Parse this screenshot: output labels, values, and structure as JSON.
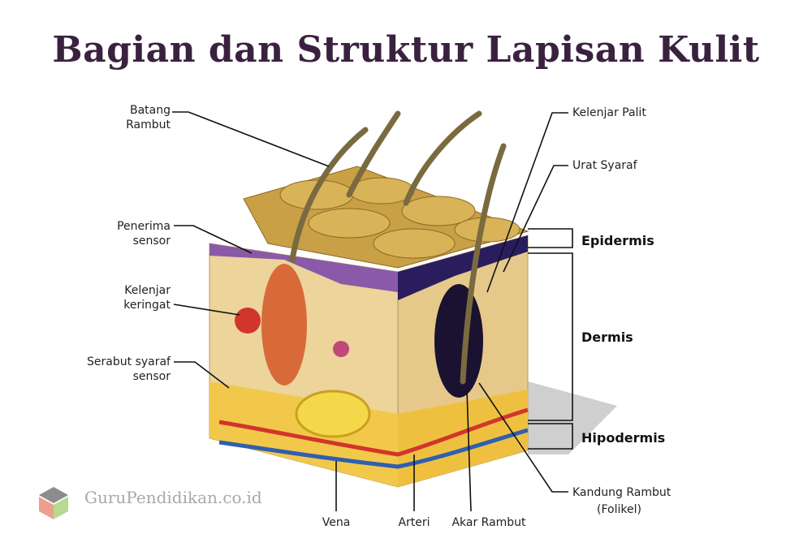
{
  "title": "Bagian dan Struktur Lapisan Kulit",
  "labels_left": {
    "batang_rambut": [
      "Batang",
      "Rambut"
    ],
    "penerima_sensor": [
      "Penerima",
      "sensor"
    ],
    "kelenjar_keringat": [
      "Kelenjar",
      "keringat"
    ],
    "serabut_syaraf": [
      "Serabut syaraf",
      "sensor"
    ]
  },
  "labels_right": {
    "kelenjar_palit": "Kelenjar Palit",
    "urat_syaraf": "Urat Syaraf",
    "kandung_rambut": [
      "Kandung Rambut",
      "(Folikel)"
    ]
  },
  "layers": {
    "epidermis": "Epidermis",
    "dermis": "Dermis",
    "hipodermis": "Hipodermis"
  },
  "labels_bottom": {
    "vena": "Vena",
    "arteri": "Arteri",
    "akar_rambut": "Akar Rambut"
  },
  "watermark": "GuruPendidikan.co.id",
  "colors": {
    "title": "#3b2140",
    "skin": "#e8cf8f",
    "epidermis": "#7a4a9a",
    "fat": "#f2c84a",
    "artery": "#d2352b",
    "vein": "#2e5fb0"
  }
}
